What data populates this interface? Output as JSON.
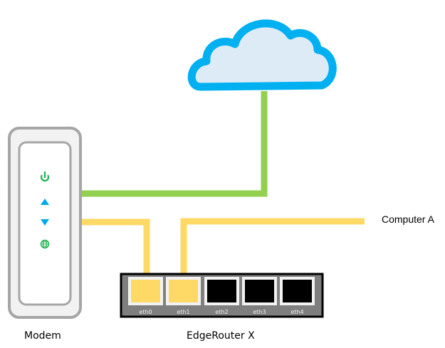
{
  "diagram": {
    "nodes": {
      "internet": {
        "label": "",
        "icon": "cloud-icon"
      },
      "modem": {
        "label": "Modem",
        "indicators": [
          {
            "name": "power",
            "icon": "power-icon",
            "color": "#1fb050"
          },
          {
            "name": "upstream",
            "icon": "triangle-up-icon",
            "color": "#00a9e8"
          },
          {
            "name": "downstream",
            "icon": "triangle-down-icon",
            "color": "#00a9e8"
          },
          {
            "name": "internet",
            "icon": "globe-icon",
            "color": "#1fb050"
          }
        ]
      },
      "router": {
        "label": "EdgeRouter X",
        "ports": [
          {
            "label": "eth0",
            "connected": true
          },
          {
            "label": "eth1",
            "connected": true
          },
          {
            "label": "eth2",
            "connected": false
          },
          {
            "label": "eth3",
            "connected": false
          },
          {
            "label": "eth4",
            "connected": false
          }
        ]
      },
      "computer": {
        "label": "Computer A"
      }
    },
    "links": [
      {
        "from": "internet",
        "to": "modem",
        "color": "#92d050"
      },
      {
        "from": "modem",
        "to": "router.eth0",
        "color": "#ffd966"
      },
      {
        "from": "router.eth1",
        "to": "computer",
        "color": "#ffd966"
      }
    ],
    "colors": {
      "cloud_stroke": "#00b0f0",
      "cloud_fill": "#ddebf7",
      "device_border": "#a6a6a6",
      "device_fill": "#f2f2f2",
      "router_body": "#7f7f7f",
      "port_frame": "#f2f2f2",
      "port_empty": "#000000"
    }
  }
}
